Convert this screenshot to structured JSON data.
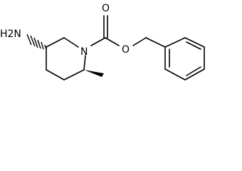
{
  "molecule": {
    "labels": {
      "amine": "H2N",
      "ring_nitrogen": "N",
      "carbonyl_oxygen": "O",
      "ester_oxygen": "O"
    },
    "stereo": {
      "amine_bond": "hashed-wedge",
      "methyl_bond": "solid-wedge"
    }
  }
}
